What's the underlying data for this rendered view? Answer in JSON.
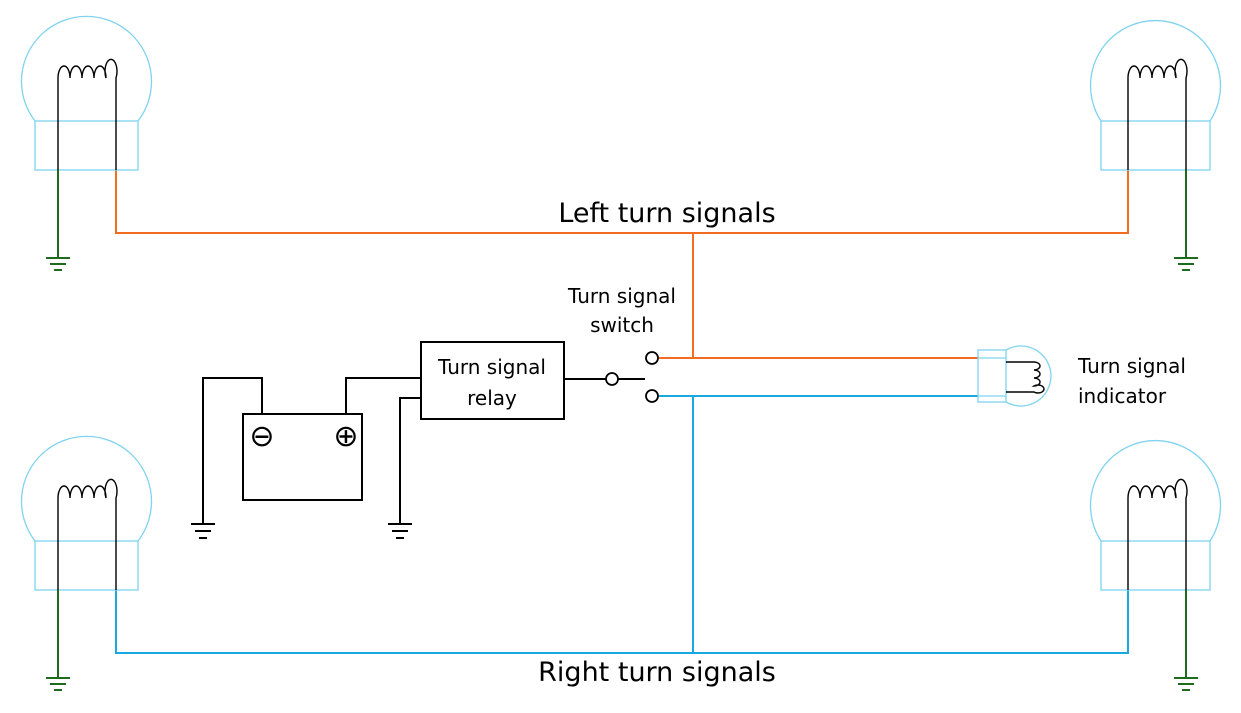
{
  "labels": {
    "left_signals": "Left turn signals",
    "right_signals": "Right turn signals",
    "switch_line1": "Turn signal",
    "switch_line2": "switch",
    "relay_line1": "Turn signal",
    "relay_line2": "relay",
    "indicator_line1": "Turn signal",
    "indicator_line2": "indicator",
    "battery_negative": "⊖",
    "battery_positive": "⊕"
  },
  "colors": {
    "left_wire": "#f26c22",
    "right_wire": "#1ba8e0",
    "ground": "#1e6b1e",
    "bulb_outline": "#7fd3f0",
    "black_wire": "#000000"
  }
}
